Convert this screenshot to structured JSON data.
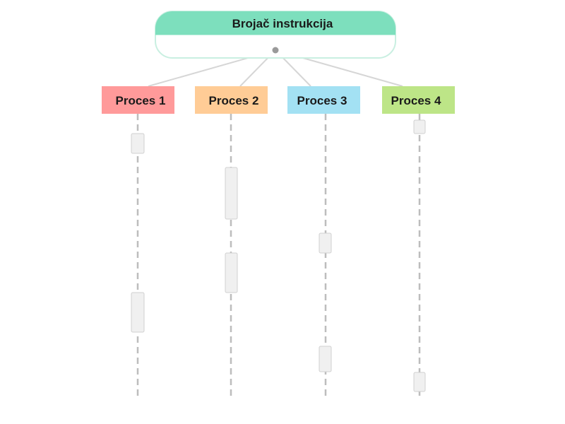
{
  "header": {
    "title": "Brojač instrukcija",
    "color": "#7ddfbd"
  },
  "lifeline_color": "#bdbdbd",
  "activation_fill": "#f0f0f0",
  "activation_stroke": "#d0d0d0",
  "connector_color": "#d6d6d6",
  "processes": [
    {
      "label": "Proces 1",
      "color": "#ff9a9a"
    },
    {
      "label": "Proces 2",
      "color": "#ffcc96"
    },
    {
      "label": "Proces 3",
      "color": "#a3e1f3"
    },
    {
      "label": "Proces 4",
      "color": "#bde587"
    }
  ]
}
